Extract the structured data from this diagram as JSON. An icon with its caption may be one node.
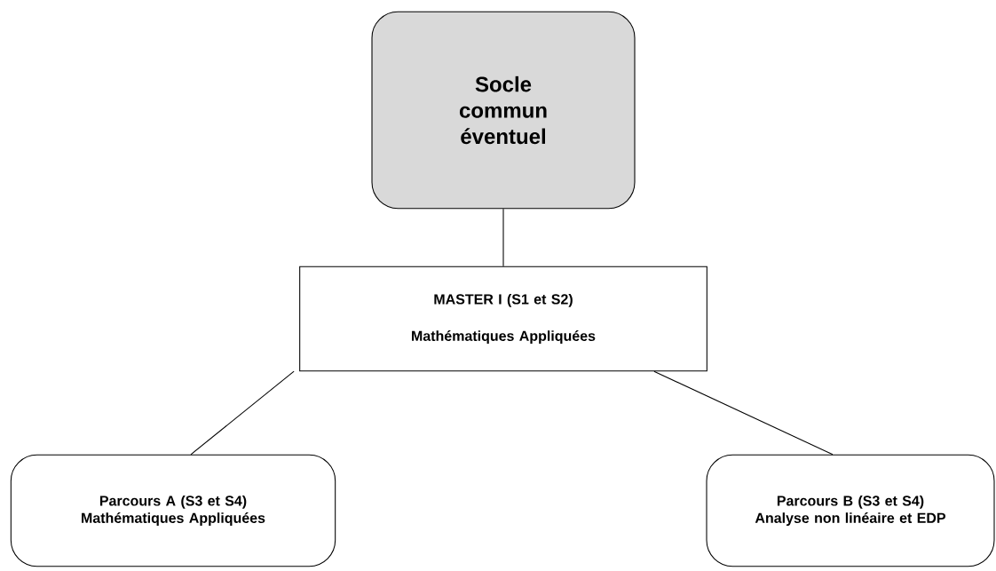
{
  "diagram": {
    "nodes": [
      {
        "text": [
          "Socle commun éventuel"
        ]
      },
      {
        "text": [
          "MASTER I (S1 et S2)",
          "Mathématiques Appliquées"
        ]
      },
      {
        "text": [
          "Parcours A (S3 et S4)",
          "Mathématiques Appliquées"
        ]
      },
      {
        "text": [
          "Parcours B (S3 et S4)",
          "Analyse non linéaire et EDP"
        ]
      }
    ],
    "edges": [
      {
        "from": 0,
        "to": 1,
        "arrow": "none"
      },
      {
        "from": 1,
        "to": 2,
        "arrow": "none"
      },
      {
        "from": 1,
        "to": 3,
        "arrow": "none"
      }
    ]
  }
}
